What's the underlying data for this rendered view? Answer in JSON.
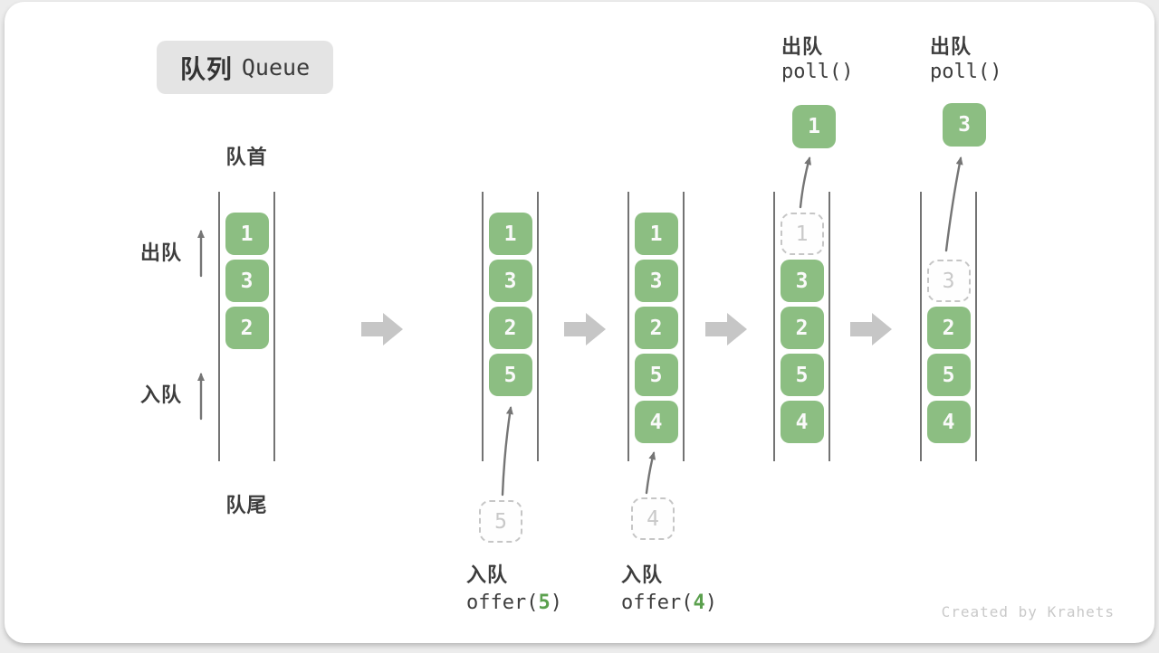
{
  "title": {
    "badge_zh": "队列",
    "badge_en": "Queue"
  },
  "side_labels": {
    "front": "队首",
    "rear": "队尾",
    "dequeue": "出队",
    "enqueue": "入队"
  },
  "watermark": "Created by Krahets",
  "colors": {
    "box_green": "#8cbe82",
    "code_green": "#5ba04e",
    "text_dark": "#3d3d3d",
    "block_arrow_grey": "#c6c6c6",
    "dashed_border": "#c6c6c6",
    "dashed_text": "#c9c9c9",
    "badge_bg": "#e4e4e4"
  },
  "columns": [
    {
      "name": "state-initial",
      "cells": [
        {
          "value": "1",
          "style": "solid",
          "slot": 0
        },
        {
          "value": "3",
          "style": "solid",
          "slot": 1
        },
        {
          "value": "2",
          "style": "solid",
          "slot": 2
        }
      ]
    },
    {
      "name": "state-after-offer-5",
      "cells": [
        {
          "value": "1",
          "style": "solid",
          "slot": 0
        },
        {
          "value": "3",
          "style": "solid",
          "slot": 1
        },
        {
          "value": "2",
          "style": "solid",
          "slot": 2
        },
        {
          "value": "5",
          "style": "solid",
          "slot": 3
        }
      ],
      "enqueue": {
        "ghost_value": "5",
        "label": "入队",
        "code_before": "offer(",
        "code_value": "5",
        "code_after": ")"
      }
    },
    {
      "name": "state-after-offer-4",
      "cells": [
        {
          "value": "1",
          "style": "solid",
          "slot": 0
        },
        {
          "value": "3",
          "style": "solid",
          "slot": 1
        },
        {
          "value": "2",
          "style": "solid",
          "slot": 2
        },
        {
          "value": "5",
          "style": "solid",
          "slot": 3
        },
        {
          "value": "4",
          "style": "solid",
          "slot": 4
        }
      ],
      "enqueue": {
        "ghost_value": "4",
        "label": "入队",
        "code_before": "offer(",
        "code_value": "4",
        "code_after": ")"
      }
    },
    {
      "name": "state-after-poll-1",
      "cells": [
        {
          "value": "1",
          "style": "dashed",
          "slot": 0
        },
        {
          "value": "3",
          "style": "solid",
          "slot": 1
        },
        {
          "value": "2",
          "style": "solid",
          "slot": 2
        },
        {
          "value": "5",
          "style": "solid",
          "slot": 3
        },
        {
          "value": "4",
          "style": "solid",
          "slot": 4
        }
      ],
      "dequeue": {
        "label": "出队",
        "code": "poll()",
        "popped_value": "1"
      }
    },
    {
      "name": "state-after-poll-3",
      "cells": [
        {
          "value": "3",
          "style": "dashed",
          "slot": 1
        },
        {
          "value": "2",
          "style": "solid",
          "slot": 2
        },
        {
          "value": "5",
          "style": "solid",
          "slot": 3
        },
        {
          "value": "4",
          "style": "solid",
          "slot": 4
        }
      ],
      "dequeue": {
        "label": "出队",
        "code": "poll()",
        "popped_value": "3"
      }
    }
  ]
}
